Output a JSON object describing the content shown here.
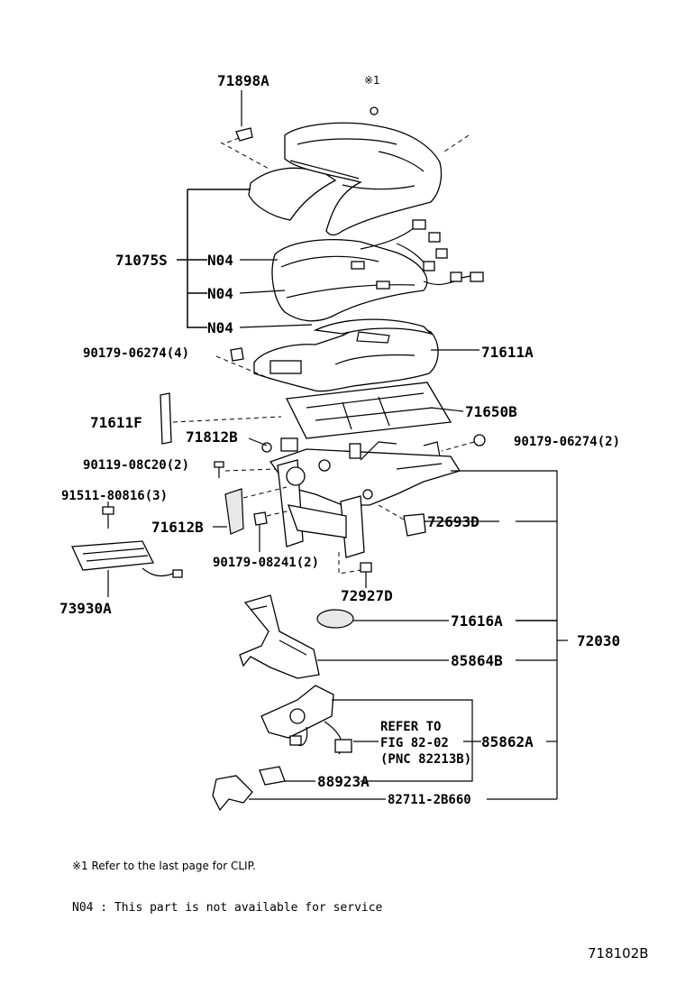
{
  "labels": {
    "p71898A": "71898A",
    "clip_ref": "※1",
    "p71075S": "71075S",
    "n04_1": "N04",
    "n04_2": "N04",
    "n04_3": "N04",
    "p90179_06274_4": "90179-06274(4)",
    "p71611A": "71611A",
    "p71611F": "71611F",
    "p71650B": "71650B",
    "p71812B": "71812B",
    "p90179_06274_2": "90179-06274(2)",
    "p90119_08C20_2": "90119-08C20(2)",
    "p91511_80816_3": "91511-80816(3)",
    "p71612B": "71612B",
    "p72693D": "72693D",
    "p90179_08241_2": "90179-08241(2)",
    "p72927D": "72927D",
    "p73930A": "73930A",
    "p71616A": "71616A",
    "p72030": "72030",
    "p85864B": "85864B",
    "refer_to": "REFER TO",
    "refer_fig": "FIG 82-02",
    "refer_pnc": "(PNC 82213B)",
    "p85862A": "85862A",
    "p88923A": "88923A",
    "p82711_2B660": "82711-2B660"
  },
  "footnotes": {
    "clip_note": "※1  Refer to the last page for CLIP.",
    "n04_note": "N04 : This part is not available for service"
  },
  "figure_id": "718102B"
}
